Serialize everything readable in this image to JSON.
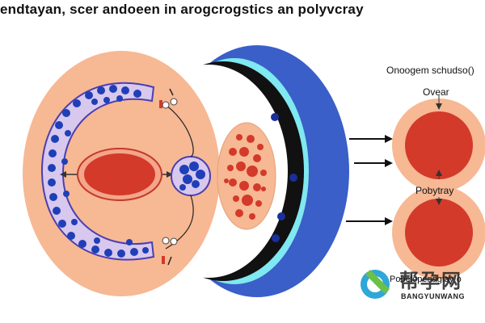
{
  "title": "endtayan, scer andoeen in arogcrogstics an polyvcray",
  "labels": {
    "right_top": "Onoogem schudso()",
    "ovear": "Ovear",
    "pobytray": "Pobytray",
    "bottom_right": "Pobcfopenagtay o"
  },
  "watermark": {
    "chinese": "帮孕网",
    "english": "BANGYUNWANG"
  },
  "colors": {
    "peach": "#f7b894",
    "navy": "#3a5fc8",
    "cyan": "#7fe8f0",
    "red": "#d33a2a",
    "lavender": "#d8c8ee",
    "dark_blue": "#1a2f9a"
  }
}
